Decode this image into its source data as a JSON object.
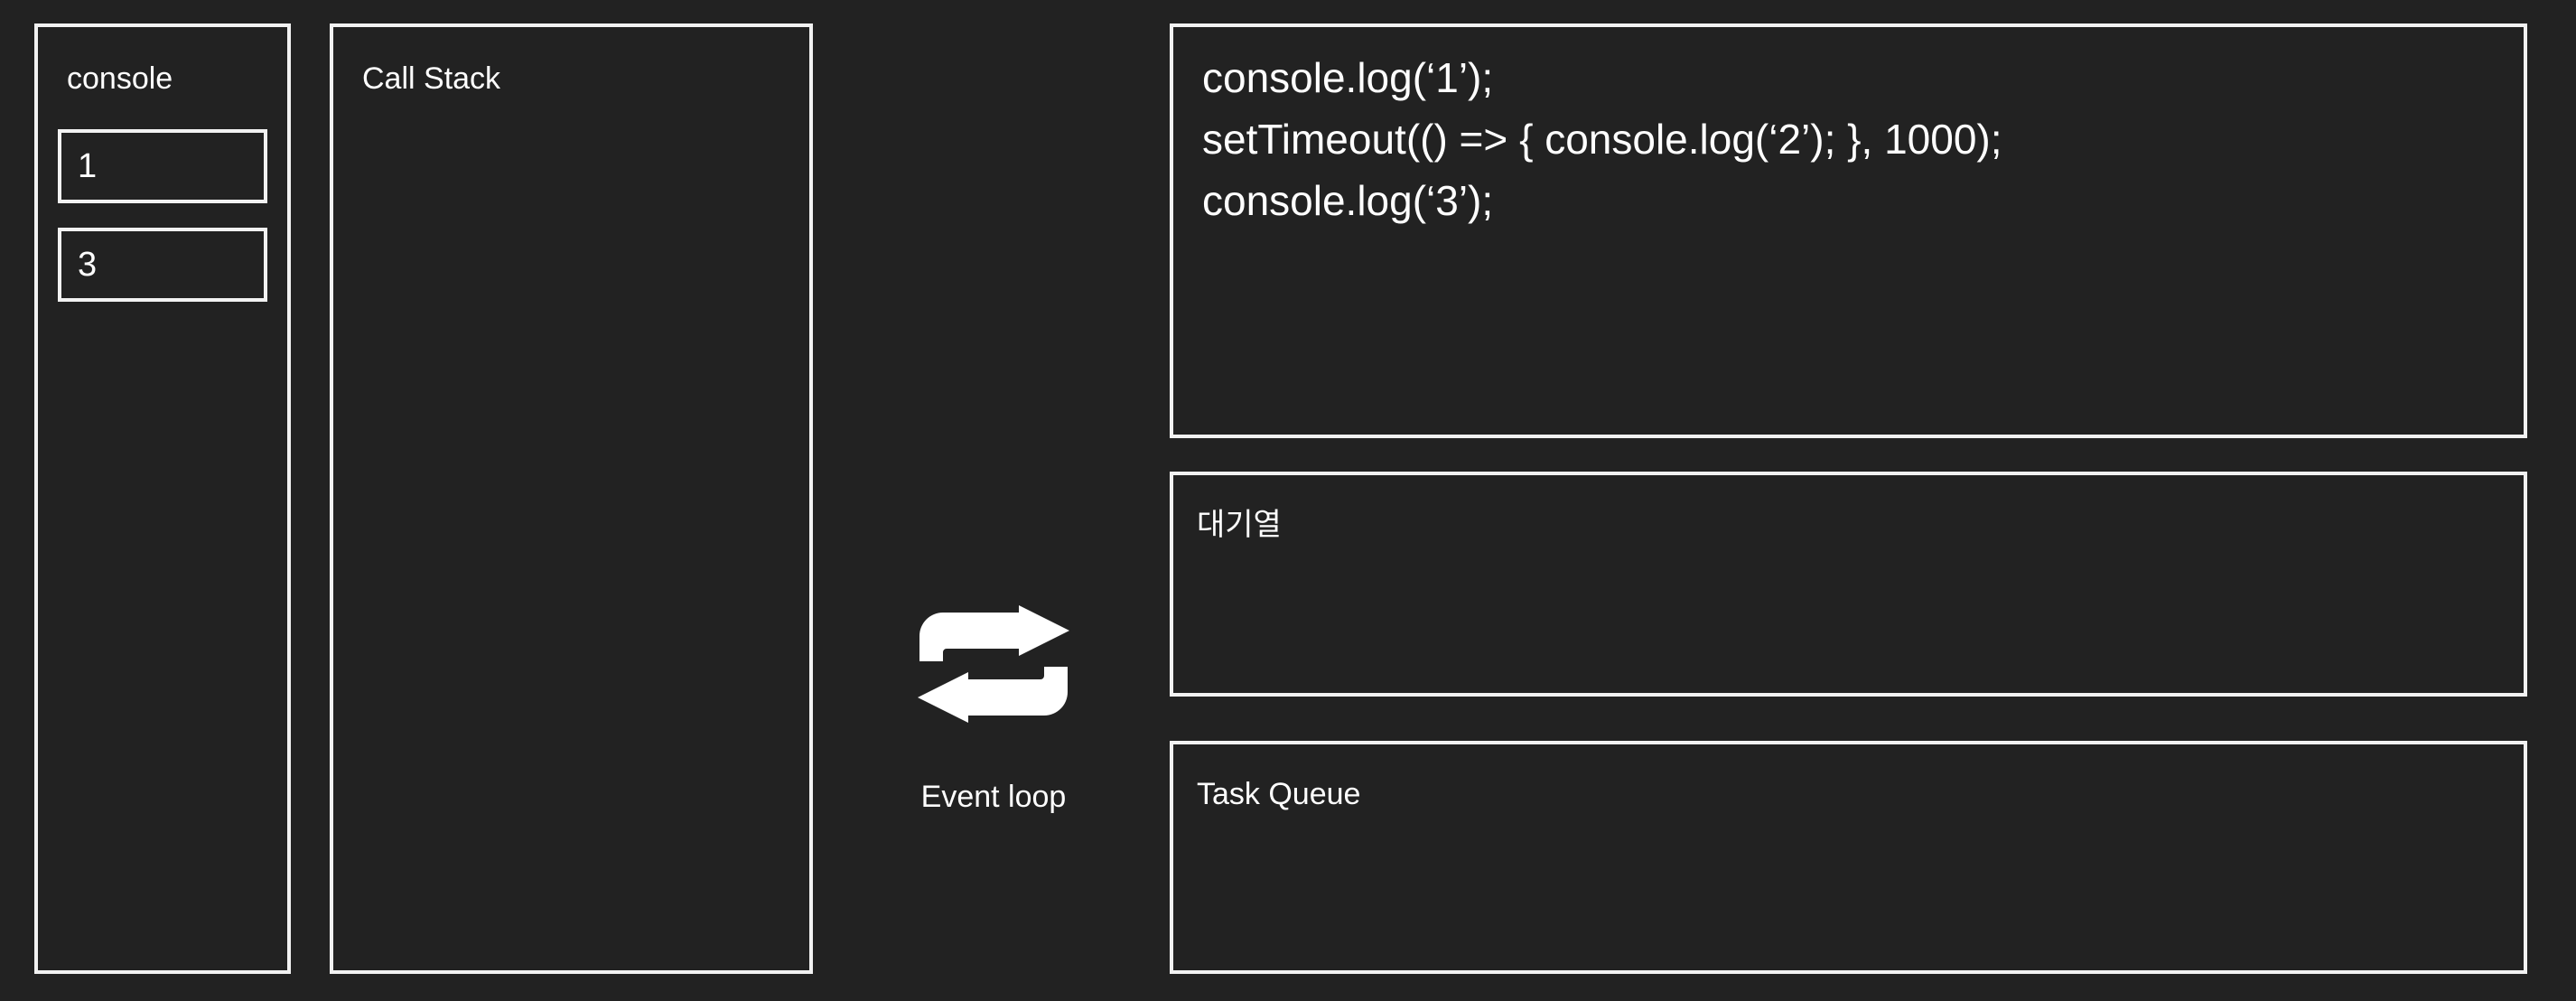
{
  "theme": {
    "background": "#222222",
    "stroke": "#f2f2f2",
    "text": "#ffffff"
  },
  "console_panel": {
    "title": "console",
    "entries": [
      {
        "value": "1"
      },
      {
        "value": "3"
      }
    ]
  },
  "call_stack_panel": {
    "title": "Call Stack",
    "items": []
  },
  "event_loop": {
    "icon": "repeat-loop-icon",
    "label": "Event loop"
  },
  "code_panel": {
    "lines": [
      "console.log(‘1’);",
      "setTimeout(() => { console.log(‘2’); }, 1000);",
      "console.log(‘3’);"
    ],
    "text": "console.log(‘1’);\nsetTimeout(() => { console.log(‘2’); }, 1000);\nconsole.log(‘3’);"
  },
  "waiting_queue_panel": {
    "title": "대기열",
    "items": []
  },
  "task_queue_panel": {
    "title": "Task Queue",
    "items": []
  }
}
